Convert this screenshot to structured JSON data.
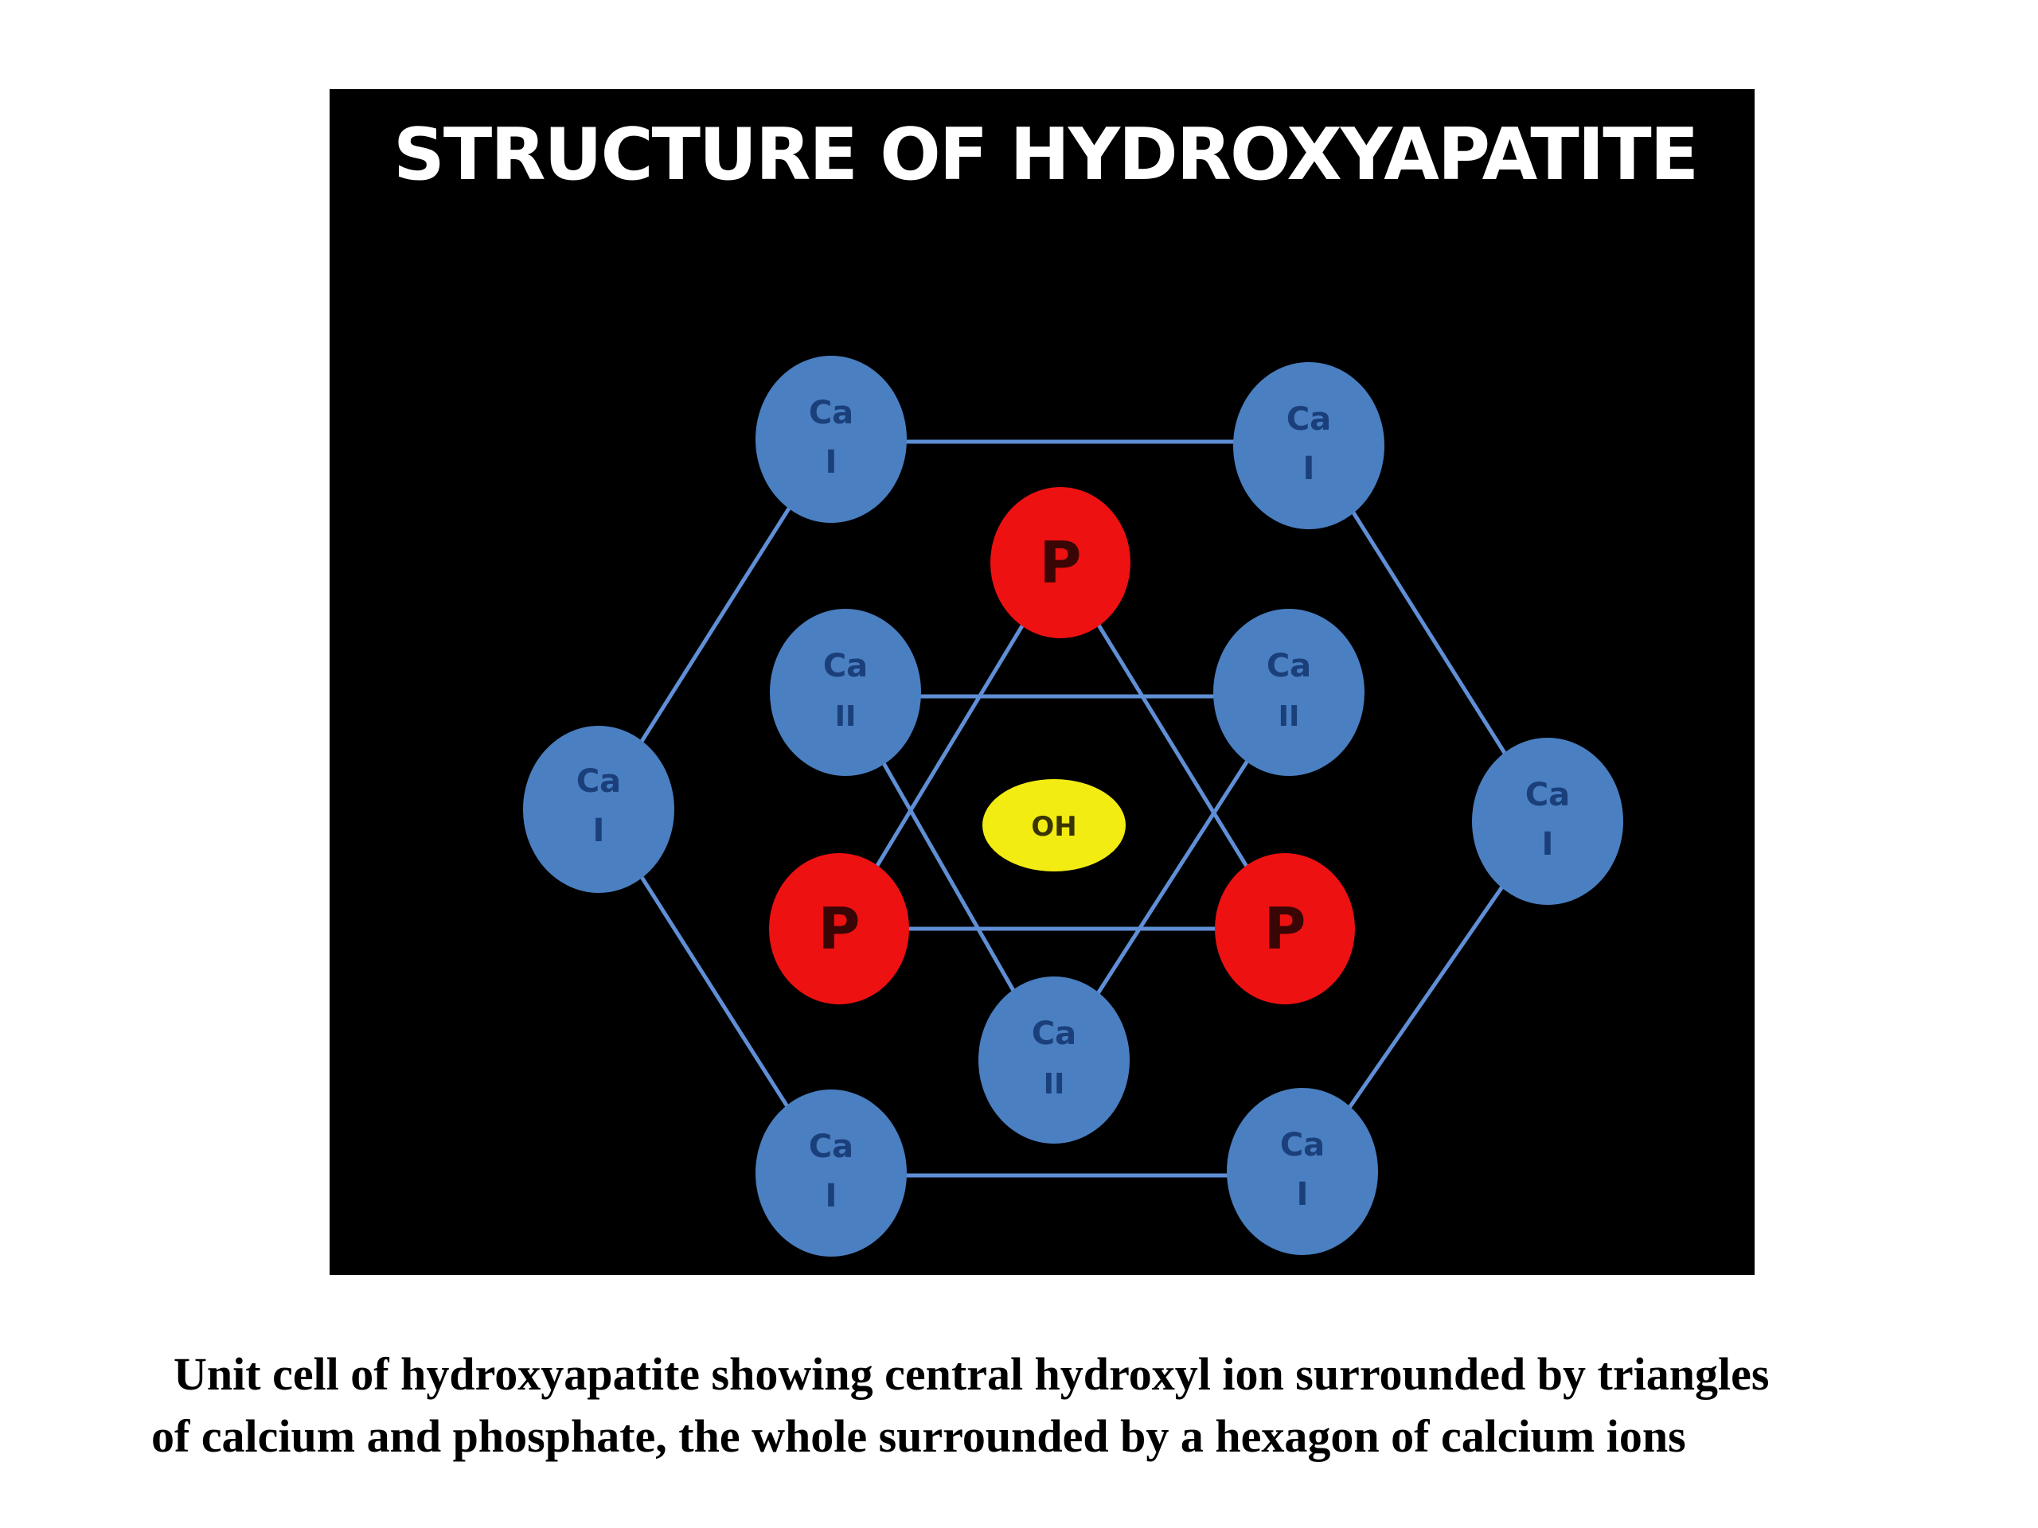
{
  "figure": {
    "title": "STRUCTURE OF HYDROXYAPATITE",
    "colors": {
      "background": "#000000",
      "calcium": "#4a7fc1",
      "phosphorus": "#ee1111",
      "hydroxyl": "#f2ec12",
      "bond": "#5f8fd6"
    },
    "atoms": {
      "ca1_top_left": {
        "element": "Ca",
        "site": "I"
      },
      "ca1_top_right": {
        "element": "Ca",
        "site": "I"
      },
      "ca1_left": {
        "element": "Ca",
        "site": "I"
      },
      "ca1_right": {
        "element": "Ca",
        "site": "I"
      },
      "ca1_bottom_left": {
        "element": "Ca",
        "site": "I"
      },
      "ca1_bottom_right": {
        "element": "Ca",
        "site": "I"
      },
      "ca2_upper_left": {
        "element": "Ca",
        "site": "II"
      },
      "ca2_upper_right": {
        "element": "Ca",
        "site": "II"
      },
      "ca2_bottom": {
        "element": "Ca",
        "site": "II"
      },
      "p_top": {
        "element": "P"
      },
      "p_left": {
        "element": "P"
      },
      "p_right": {
        "element": "P"
      },
      "oh_center": {
        "element": "OH"
      }
    }
  },
  "caption": {
    "line1": "Unit cell of hydroxyapatite showing central hydroxyl ion surrounded by triangles",
    "line2": "of calcium and phosphate, the whole surrounded by a hexagon of calcium ions"
  }
}
